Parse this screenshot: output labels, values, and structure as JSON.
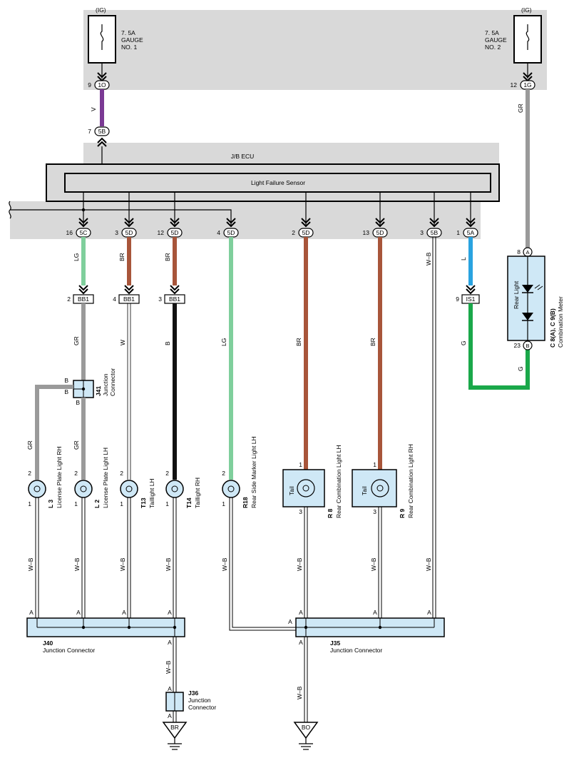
{
  "colors": {
    "region": "#d9d9d9",
    "component_fill": "#cfe8f6",
    "wire_violet": "#7b3a94",
    "wire_gray": "#9a9a9a",
    "wire_lightgreen": "#7fcf9c",
    "wire_brown": "#a8553a",
    "wire_black": "#111111",
    "wire_blue": "#29a3e0",
    "wire_green": "#1aa84a"
  },
  "power": {
    "ig_left": "(IG)",
    "ig_right": "(IG)",
    "fuse1_rating": "7. 5A",
    "fuse1_name": "GAUGE",
    "fuse1_no": "NO. 1",
    "fuse2_rating": "7. 5A",
    "fuse2_name": "GAUGE",
    "fuse2_no": "NO. 2",
    "conn_1o": {
      "pin": "9",
      "id": "1O"
    },
    "conn_1g": {
      "pin": "12",
      "id": "1G"
    },
    "wire_v": "V",
    "wire_gr": "GR",
    "conn_5b_top": {
      "pin": "7",
      "id": "5B"
    }
  },
  "ecu": {
    "title": "J/B ECU",
    "sensor": "Light Failure Sensor"
  },
  "ecu_pins": [
    {
      "pin": "16",
      "id": "5C",
      "wire": "LG"
    },
    {
      "pin": "3",
      "id": "5D",
      "wire": "BR"
    },
    {
      "pin": "12",
      "id": "5D",
      "wire": "BR"
    },
    {
      "pin": "4",
      "id": "5D",
      "wire": "LG"
    },
    {
      "pin": "2",
      "id": "5D",
      "wire": "BR"
    },
    {
      "pin": "13",
      "id": "5D",
      "wire": "BR"
    },
    {
      "pin": "3",
      "id": "5B",
      "wire": "W–B"
    },
    {
      "pin": "1",
      "id": "5A",
      "wire": "L"
    }
  ],
  "bb1": [
    {
      "pin": "2",
      "id": "BB1",
      "wire": "GR"
    },
    {
      "pin": "4",
      "id": "BB1",
      "wire": "W"
    },
    {
      "pin": "3",
      "id": "BB1",
      "wire": "B"
    }
  ],
  "is1": {
    "pin": "9",
    "id": "IS1",
    "wire": "G"
  },
  "meter": {
    "pin_a": "8",
    "pin_a_id": "A",
    "pin_b": "23",
    "pin_b_id": "B",
    "inner": "Rear Light",
    "code": "C 8(A), C 9(B)",
    "name": "Combination Meter",
    "return_wire": "G"
  },
  "j41": {
    "code": "J41",
    "name1": "Junction",
    "name2": "Connector",
    "pin_top": "B",
    "pin_left": "B",
    "pin_bottom": "B",
    "wire_left": "GR",
    "wire_down": "GR"
  },
  "lamps": [
    {
      "code": "L 3",
      "name": "License Plate Light RH",
      "pin_top": "2",
      "pin_bottom": "1",
      "wire": "W–B"
    },
    {
      "code": "L 2",
      "name": "License Plate Light LH",
      "pin_top": "2",
      "pin_bottom": "1",
      "wire": "W–B"
    },
    {
      "code": "T13",
      "name": "Taillight LH",
      "pin_top": "2",
      "pin_bottom": "1",
      "wire": "W–B"
    },
    {
      "code": "T14",
      "name": "Taillight RH",
      "pin_top": "2",
      "pin_bottom": "1",
      "wire": "W–B"
    },
    {
      "code": "R18",
      "name": "Rear Side Marker Light LH",
      "pin_top": "2",
      "pin_bottom": "1",
      "wire": "W–B"
    },
    {
      "code": "R 8",
      "name": "Rear Combination Light LH",
      "inner": "Tail",
      "pin_top": "1",
      "pin_bottom": "3",
      "wire": "W–B"
    },
    {
      "code": "R 9",
      "name": "Rear Combination Light RH",
      "inner": "Tail",
      "pin_top": "1",
      "pin_bottom": "3",
      "wire": "W–B"
    }
  ],
  "wire_5b_down": "W–B",
  "j40": {
    "code": "J40",
    "name": "Junction Connector",
    "pin": "A"
  },
  "j35": {
    "code": "J35",
    "name": "Junction Connector",
    "pin": "A"
  },
  "j36": {
    "code": "J36",
    "name1": "Junction",
    "name2": "Connector",
    "pin_top": "A",
    "pin_bottom": "A"
  },
  "wire_j40_j36": "W–B",
  "wire_j35_gnd": "W–B",
  "ground_br": "BR",
  "ground_bo": "BO"
}
